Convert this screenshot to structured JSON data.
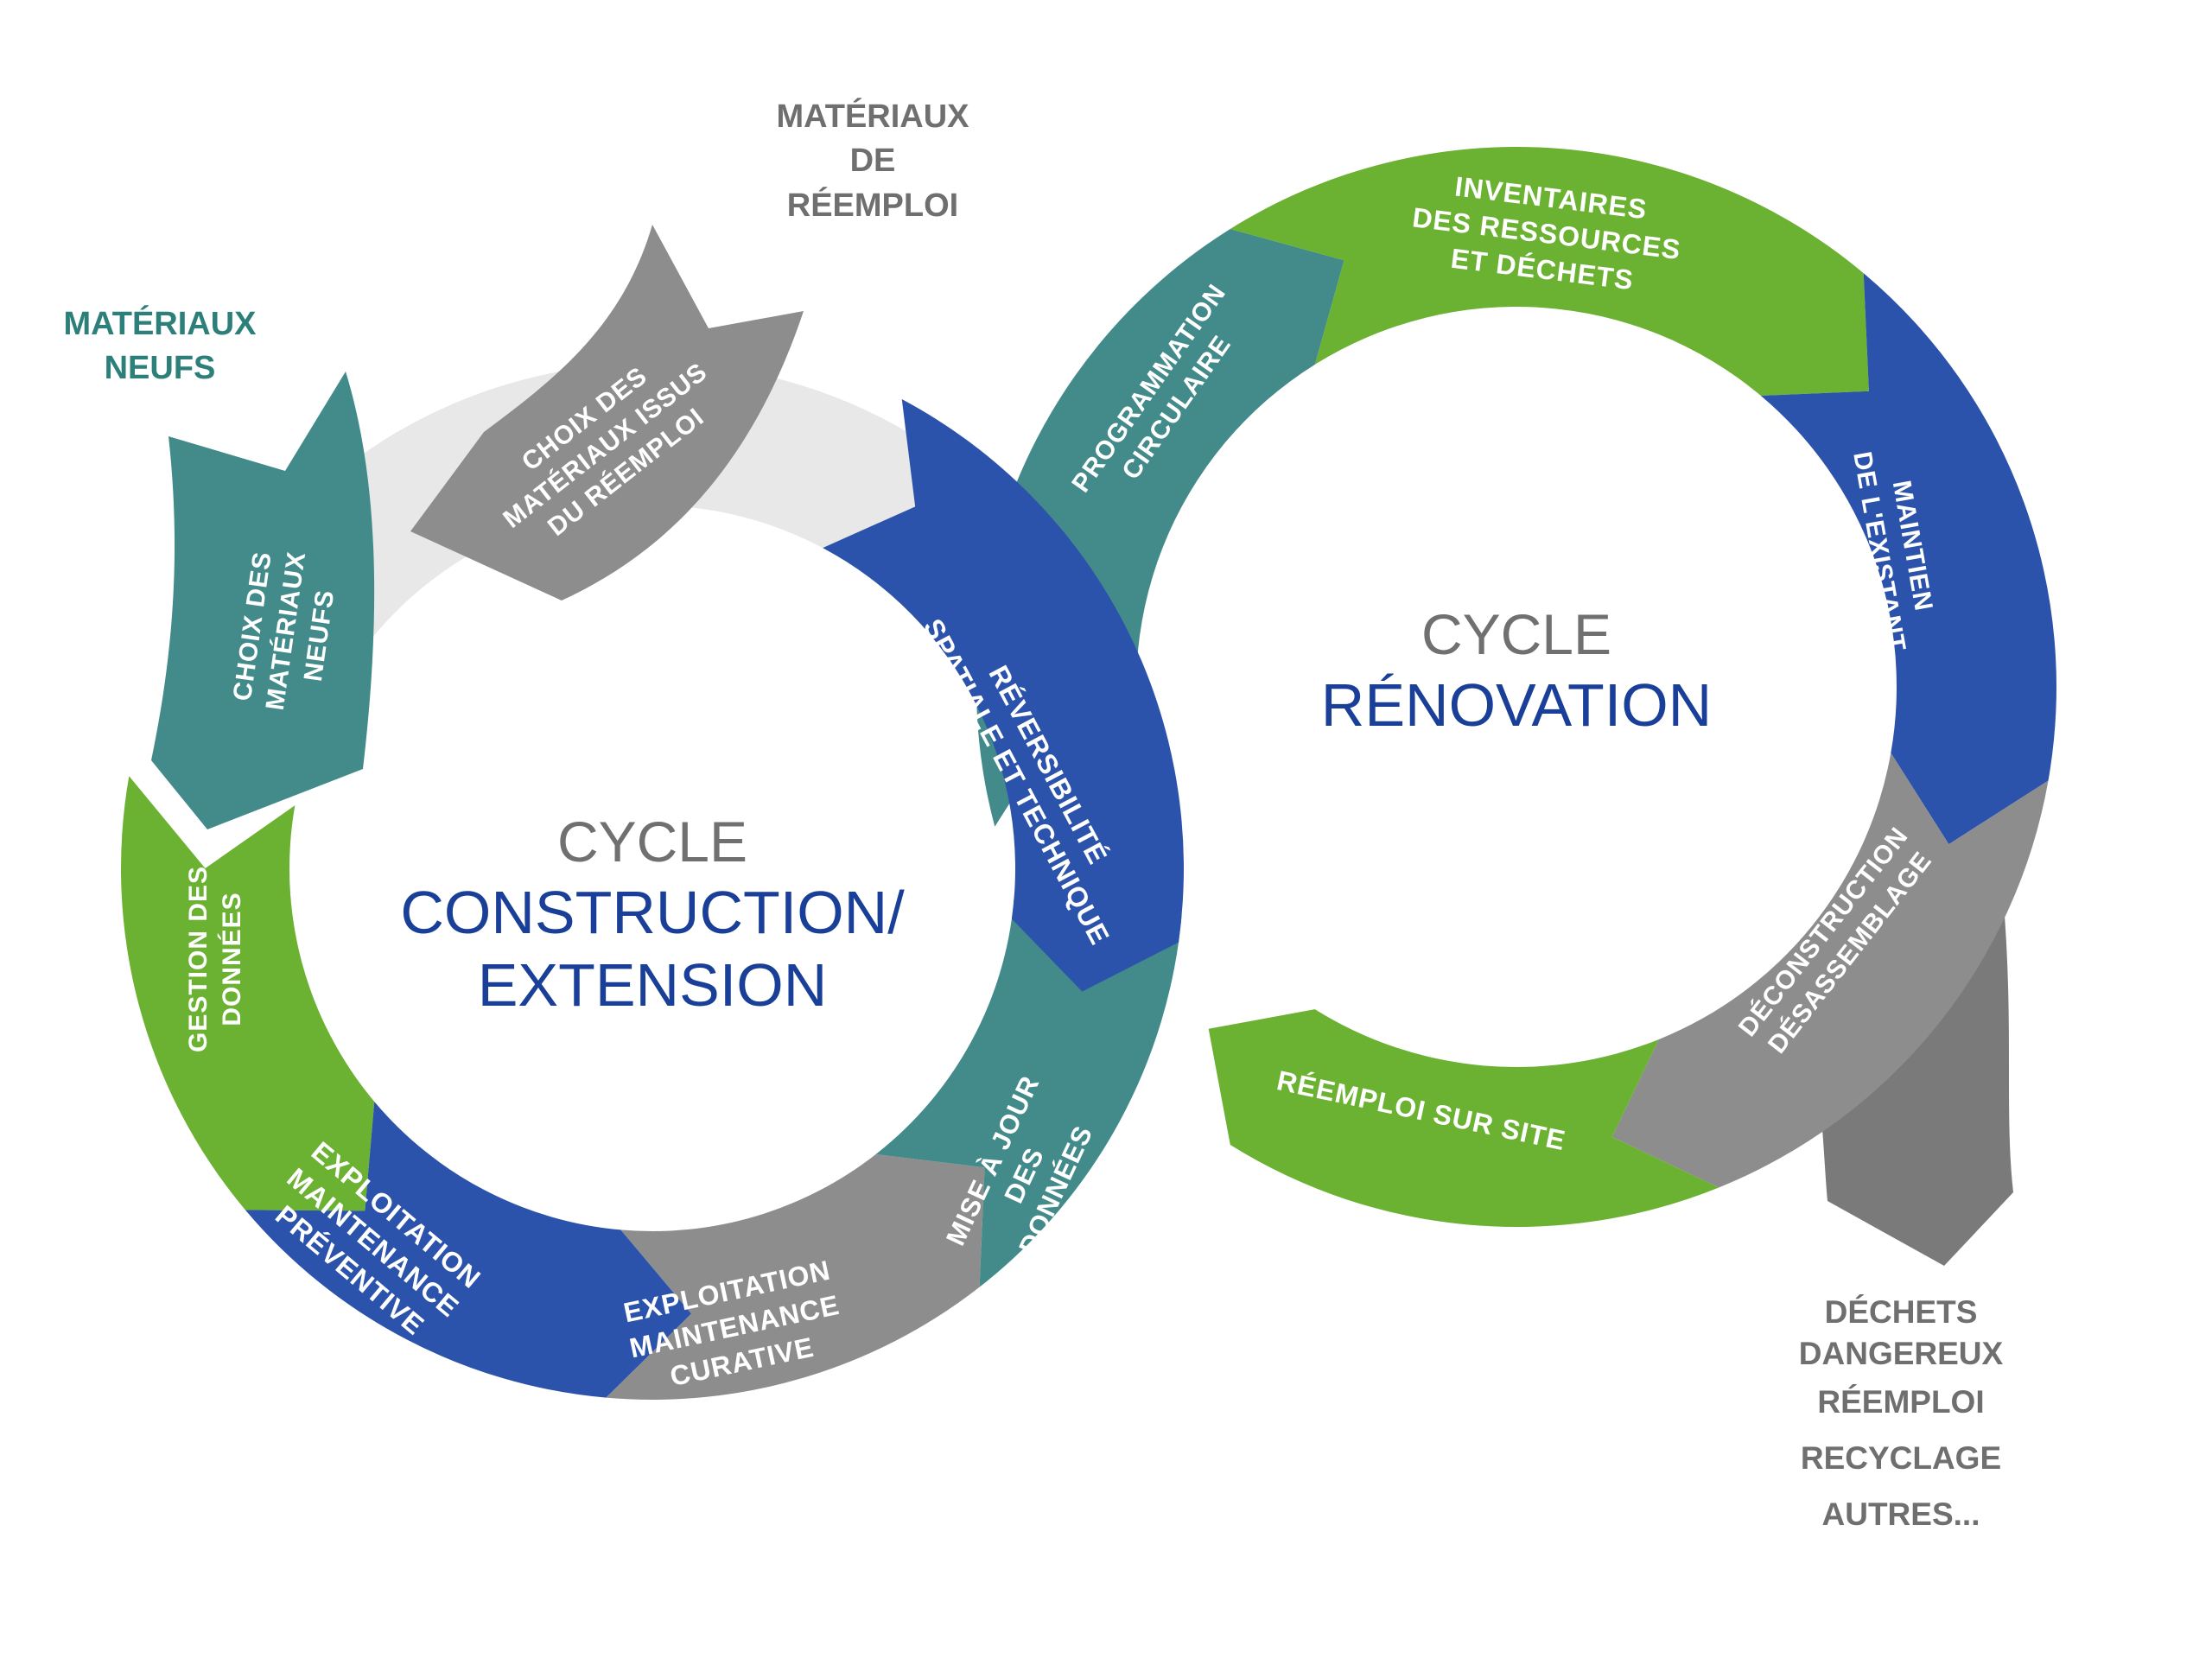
{
  "colors": {
    "teal": "#428b8a",
    "green": "#6bb132",
    "blue": "#2c53ab",
    "gray": "#8d8d8d",
    "dark_gray": "#7a7a7a",
    "light_gray": "#e8e8e8",
    "cycle_word": "#707070",
    "cycle_name": "#1a3f98"
  },
  "construction_cycle": {
    "cycle_word": "CYCLE",
    "name_line1": "CONSTRUCTION/",
    "name_line2": "EXTENSION",
    "segments": [
      {
        "id": "choix-materiaux-neufs",
        "lines": [
          "CHOIX DES",
          "MATÉRIAUX",
          "NEUFS"
        ],
        "color": "teal"
      },
      {
        "id": "gestion-donnees",
        "lines": [
          "GESTION DES",
          "DONNÉES"
        ],
        "color": "green"
      },
      {
        "id": "exploitation-preventive",
        "lines": [
          "EXPLOITATION",
          "MAINTENANCE",
          "PRÉVENTIVE"
        ],
        "color": "blue"
      },
      {
        "id": "exploitation-curative",
        "lines": [
          "EXPLOITATION",
          "MAINTENANCE",
          "CURATIVE"
        ],
        "color": "gray"
      },
      {
        "id": "mise-a-jour-donnees",
        "lines": [
          "MISE À JOUR",
          "DES",
          "DONNÉES"
        ],
        "color": "teal"
      },
      {
        "id": "choix-materiaux-reemploi",
        "lines": [
          "CHOIX DES",
          "MATÉRIAUX ISSUS",
          "DU RÉEMPLOI"
        ],
        "color": "gray"
      }
    ]
  },
  "shared_segment": {
    "id": "reversibilite",
    "lines": [
      "RÉVERSIBILITÉ",
      "SPATIALE ET TECHNIQUE"
    ],
    "color": "blue"
  },
  "renovation_cycle": {
    "cycle_word": "CYCLE",
    "name": "RÉNOVATION",
    "segments": [
      {
        "id": "programmation-circulaire",
        "lines": [
          "PROGRAMMATION",
          "CIRCULAIRE"
        ],
        "color": "teal"
      },
      {
        "id": "inventaires",
        "lines": [
          "INVENTAIRES",
          "DES RESSOURCES",
          "ET DÉCHETS"
        ],
        "color": "green"
      },
      {
        "id": "maintien-existant",
        "lines": [
          "MAINTIEN",
          "DE L'EXISTANT"
        ],
        "color": "blue"
      },
      {
        "id": "deconstruction",
        "lines": [
          "DÉCONSTRUCTION",
          "DÉSASSEMBLAGE"
        ],
        "color": "gray"
      },
      {
        "id": "reemploi-sur-site",
        "lines": [
          "RÉEMPLOI SUR SITE"
        ],
        "color": "green"
      }
    ]
  },
  "external_labels": {
    "materiaux_neufs": [
      "MATÉRIAUX",
      "NEUFS"
    ],
    "materiaux_reemploi": [
      "MATÉRIAUX",
      "DE",
      "RÉEMPLOI"
    ],
    "outputs": [
      "DÉCHETS",
      "DANGEREUX",
      "RÉEMPLOI",
      "RECYCLAGE",
      "AUTRES..."
    ]
  }
}
